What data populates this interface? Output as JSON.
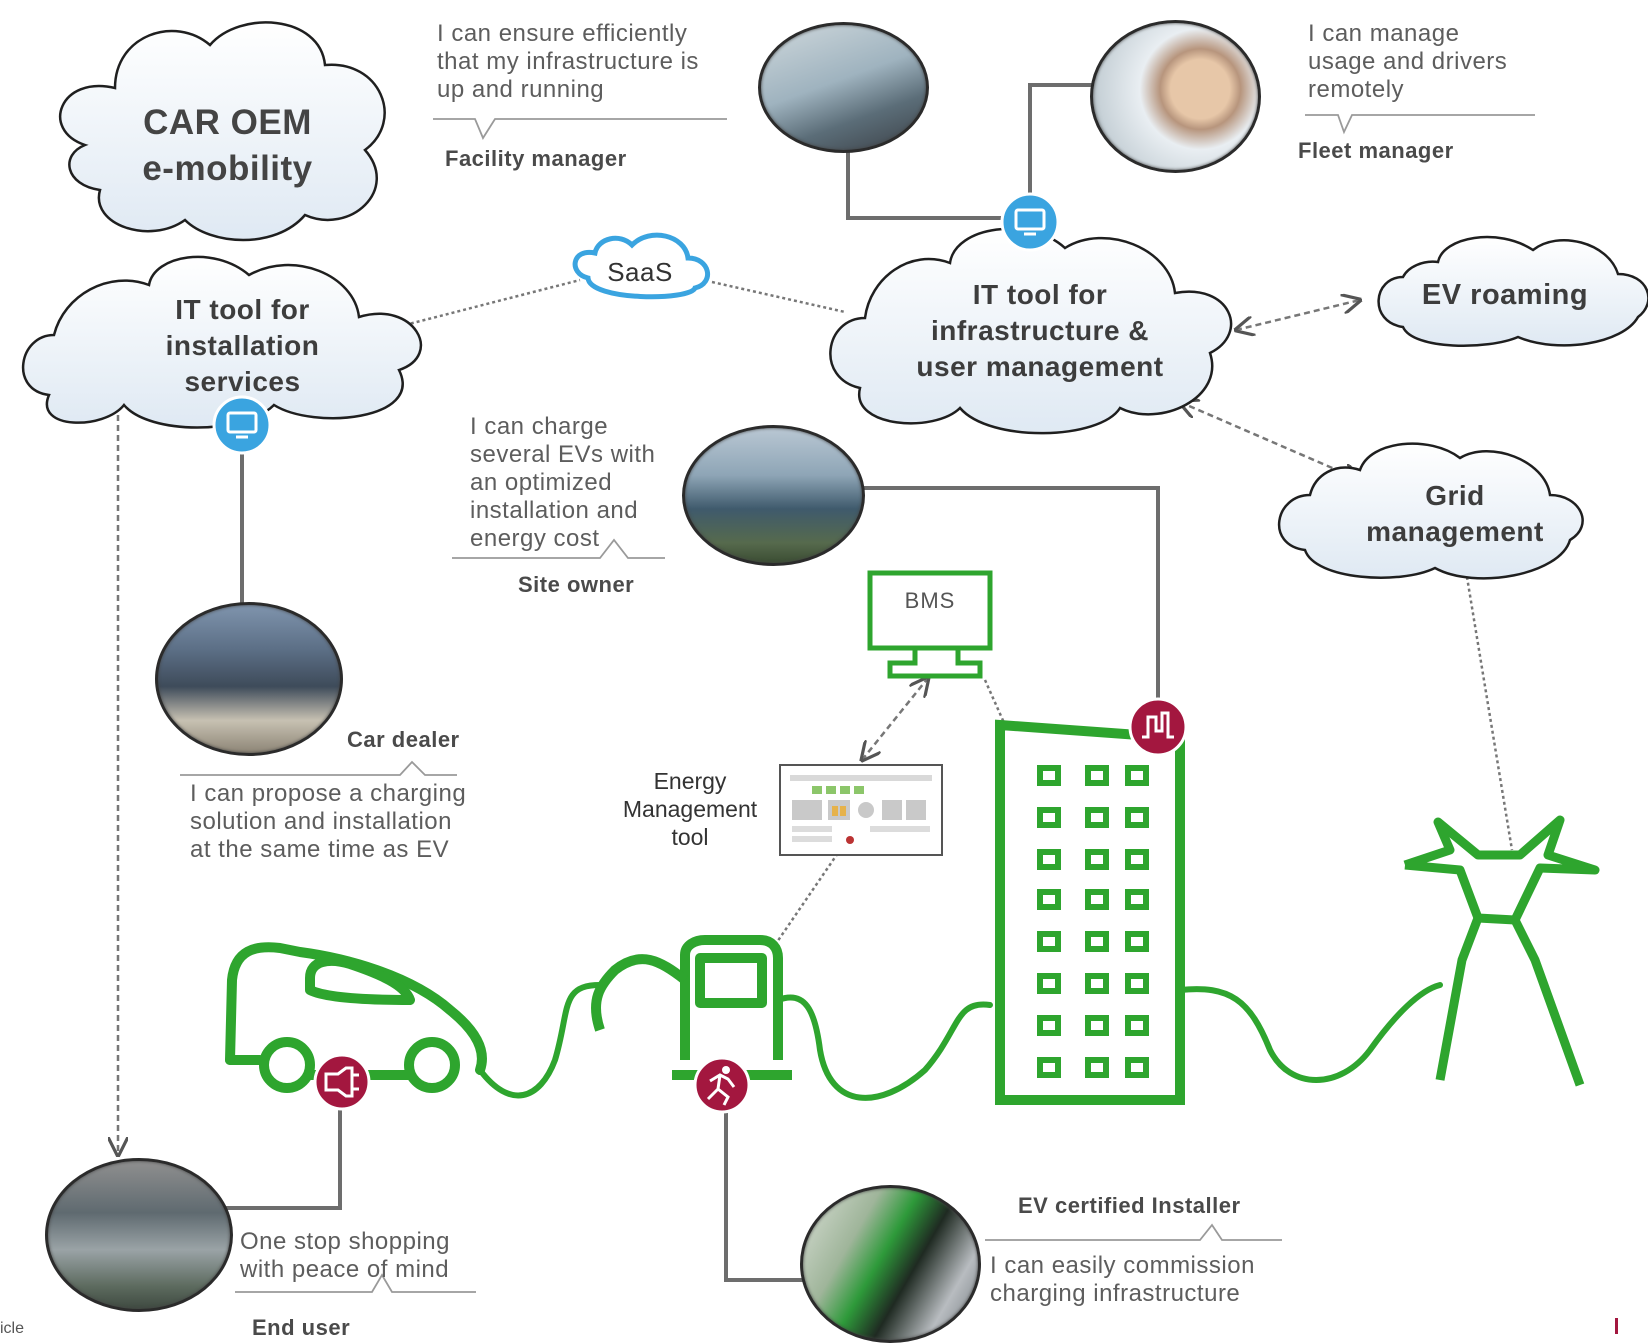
{
  "clouds": {
    "car_oem": "CAR OEM\ne-mobility",
    "it_tool_installation": "IT tool for\ninstallation\nservices",
    "saas": "SaaS",
    "it_tool_infrastructure": "IT tool for\ninfrastructure &\nuser management",
    "ev_roaming": "EV roaming",
    "grid_management": "Grid\nmanagement"
  },
  "actors": {
    "facility_manager": {
      "quote": "I can ensure efficiently\nthat my infrastructure is\nup and running",
      "role": "Facility manager"
    },
    "fleet_manager": {
      "quote": "I can manage\nusage and drivers\nremotely",
      "role": "Fleet manager"
    },
    "site_owner": {
      "quote": "I can charge\nseveral EVs with\nan optimized\ninstallation and\nenergy cost",
      "role": "Site owner"
    },
    "car_dealer": {
      "quote": "I can propose  a charging\nsolution and installation\nat the same time as EV",
      "role": "Car dealer"
    },
    "end_user": {
      "quote": "One stop shopping\nwith peace of mind",
      "role": "End user"
    },
    "ev_installer": {
      "quote": "I can easily commission\ncharging infrastructure",
      "role": "EV certified Installer"
    }
  },
  "bms_label": "BMS",
  "energy_tool_label": "Energy\nManagement\ntool",
  "footer_text": "icle",
  "colors": {
    "green": "#2ea52e",
    "badge": "#a3173f",
    "monitor_badge": "#3aa4e0",
    "line": "#6d6d6d"
  }
}
